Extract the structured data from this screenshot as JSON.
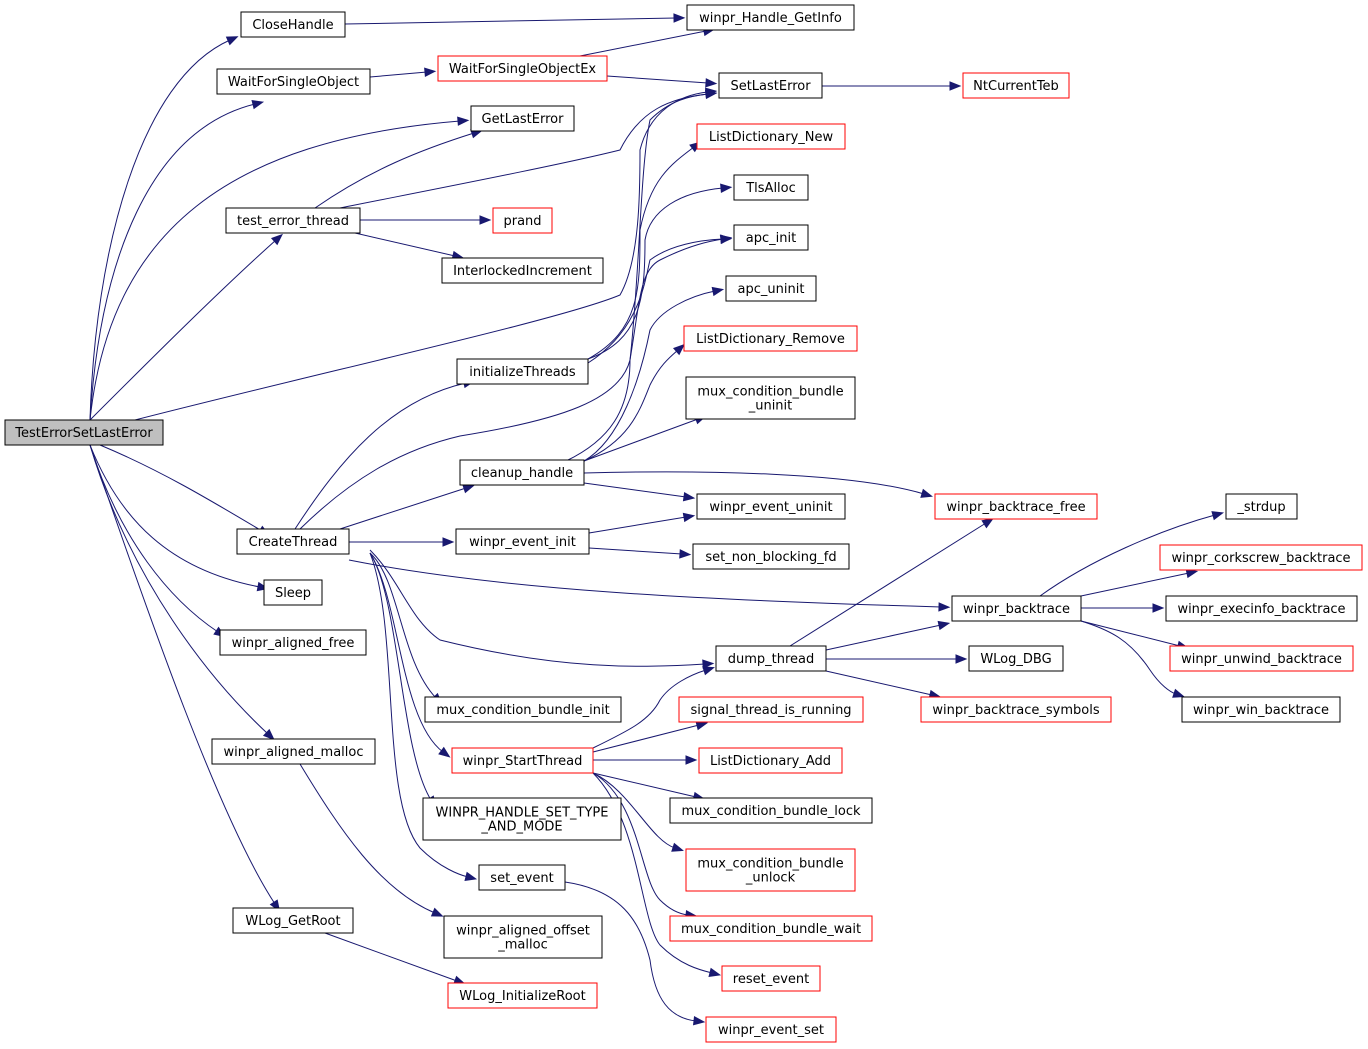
{
  "graph": {
    "colors": {
      "edge": "#191970",
      "root_fill": "#bfbfbf",
      "linked_border": "#000000",
      "external_border": "#ff0000"
    },
    "nodes": [
      {
        "id": "root",
        "lines": [
          "TestErrorSetLastError"
        ],
        "style": "root"
      },
      {
        "id": "CloseHandle",
        "lines": [
          "CloseHandle"
        ],
        "style": "normal"
      },
      {
        "id": "winpr_Handle_GetInfo",
        "lines": [
          "winpr_Handle_GetInfo"
        ],
        "style": "normal"
      },
      {
        "id": "WaitForSingleObject",
        "lines": [
          "WaitForSingleObject"
        ],
        "style": "normal"
      },
      {
        "id": "WaitForSingleObjectEx",
        "lines": [
          "WaitForSingleObjectEx"
        ],
        "style": "red"
      },
      {
        "id": "SetLastError",
        "lines": [
          "SetLastError"
        ],
        "style": "normal"
      },
      {
        "id": "NtCurrentTeb",
        "lines": [
          "NtCurrentTeb"
        ],
        "style": "red"
      },
      {
        "id": "GetLastError",
        "lines": [
          "GetLastError"
        ],
        "style": "normal"
      },
      {
        "id": "ListDictionary_New",
        "lines": [
          "ListDictionary_New"
        ],
        "style": "red"
      },
      {
        "id": "TlsAlloc",
        "lines": [
          "TlsAlloc"
        ],
        "style": "normal"
      },
      {
        "id": "test_error_thread",
        "lines": [
          "test_error_thread"
        ],
        "style": "normal"
      },
      {
        "id": "prand",
        "lines": [
          "prand"
        ],
        "style": "red"
      },
      {
        "id": "apc_init",
        "lines": [
          "apc_init"
        ],
        "style": "normal"
      },
      {
        "id": "InterlockedIncrement",
        "lines": [
          "InterlockedIncrement"
        ],
        "style": "normal"
      },
      {
        "id": "apc_uninit",
        "lines": [
          "apc_uninit"
        ],
        "style": "normal"
      },
      {
        "id": "ListDictionary_Remove",
        "lines": [
          "ListDictionary_Remove"
        ],
        "style": "red"
      },
      {
        "id": "initializeThreads",
        "lines": [
          "initializeThreads"
        ],
        "style": "normal"
      },
      {
        "id": "mux_condition_bundle_uninit",
        "lines": [
          "mux_condition_bundle",
          "_uninit"
        ],
        "style": "normal"
      },
      {
        "id": "cleanup_handle",
        "lines": [
          "cleanup_handle"
        ],
        "style": "normal"
      },
      {
        "id": "winpr_event_uninit",
        "lines": [
          "winpr_event_uninit"
        ],
        "style": "normal"
      },
      {
        "id": "winpr_backtrace_free",
        "lines": [
          "winpr_backtrace_free"
        ],
        "style": "red"
      },
      {
        "id": "_strdup",
        "lines": [
          "_strdup"
        ],
        "style": "normal"
      },
      {
        "id": "CreateThread",
        "lines": [
          "CreateThread"
        ],
        "style": "normal"
      },
      {
        "id": "winpr_event_init",
        "lines": [
          "winpr_event_init"
        ],
        "style": "normal"
      },
      {
        "id": "set_non_blocking_fd",
        "lines": [
          "set_non_blocking_fd"
        ],
        "style": "normal"
      },
      {
        "id": "winpr_corkscrew_backtrace",
        "lines": [
          "winpr_corkscrew_backtrace"
        ],
        "style": "red"
      },
      {
        "id": "Sleep",
        "lines": [
          "Sleep"
        ],
        "style": "normal"
      },
      {
        "id": "winpr_backtrace",
        "lines": [
          "winpr_backtrace"
        ],
        "style": "normal"
      },
      {
        "id": "winpr_execinfo_backtrace",
        "lines": [
          "winpr_execinfo_backtrace"
        ],
        "style": "normal"
      },
      {
        "id": "winpr_aligned_free",
        "lines": [
          "winpr_aligned_free"
        ],
        "style": "normal"
      },
      {
        "id": "dump_thread",
        "lines": [
          "dump_thread"
        ],
        "style": "normal"
      },
      {
        "id": "WLog_DBG",
        "lines": [
          "WLog_DBG"
        ],
        "style": "normal"
      },
      {
        "id": "winpr_unwind_backtrace",
        "lines": [
          "winpr_unwind_backtrace"
        ],
        "style": "red"
      },
      {
        "id": "mux_condition_bundle_init",
        "lines": [
          "mux_condition_bundle_init"
        ],
        "style": "normal"
      },
      {
        "id": "signal_thread_is_running",
        "lines": [
          "signal_thread_is_running"
        ],
        "style": "red"
      },
      {
        "id": "winpr_backtrace_symbols",
        "lines": [
          "winpr_backtrace_symbols"
        ],
        "style": "red"
      },
      {
        "id": "winpr_win_backtrace",
        "lines": [
          "winpr_win_backtrace"
        ],
        "style": "normal"
      },
      {
        "id": "winpr_aligned_malloc",
        "lines": [
          "winpr_aligned_malloc"
        ],
        "style": "normal"
      },
      {
        "id": "winpr_StartThread",
        "lines": [
          "winpr_StartThread"
        ],
        "style": "red"
      },
      {
        "id": "ListDictionary_Add",
        "lines": [
          "ListDictionary_Add"
        ],
        "style": "red"
      },
      {
        "id": "WINPR_HANDLE_SET_TYPE_AND_MODE",
        "lines": [
          "WINPR_HANDLE_SET_TYPE",
          "_AND_MODE"
        ],
        "style": "normal"
      },
      {
        "id": "mux_condition_bundle_lock",
        "lines": [
          "mux_condition_bundle_lock"
        ],
        "style": "normal"
      },
      {
        "id": "mux_condition_bundle_unlock",
        "lines": [
          "mux_condition_bundle",
          "_unlock"
        ],
        "style": "red"
      },
      {
        "id": "set_event",
        "lines": [
          "set_event"
        ],
        "style": "normal"
      },
      {
        "id": "WLog_GetRoot",
        "lines": [
          "WLog_GetRoot"
        ],
        "style": "normal"
      },
      {
        "id": "winpr_aligned_offset_malloc",
        "lines": [
          "winpr_aligned_offset",
          "_malloc"
        ],
        "style": "normal"
      },
      {
        "id": "mux_condition_bundle_wait",
        "lines": [
          "mux_condition_bundle_wait"
        ],
        "style": "red"
      },
      {
        "id": "reset_event",
        "lines": [
          "reset_event"
        ],
        "style": "red"
      },
      {
        "id": "WLog_InitializeRoot",
        "lines": [
          "WLog_InitializeRoot"
        ],
        "style": "red"
      },
      {
        "id": "winpr_event_set",
        "lines": [
          "winpr_event_set"
        ],
        "style": "red"
      }
    ],
    "edges": [
      [
        "root",
        "CloseHandle"
      ],
      [
        "root",
        "WaitForSingleObject"
      ],
      [
        "root",
        "GetLastError"
      ],
      [
        "root",
        "test_error_thread"
      ],
      [
        "root",
        "SetLastError"
      ],
      [
        "root",
        "CreateThread"
      ],
      [
        "root",
        "Sleep"
      ],
      [
        "root",
        "winpr_aligned_free"
      ],
      [
        "root",
        "winpr_aligned_malloc"
      ],
      [
        "root",
        "WLog_GetRoot"
      ],
      [
        "CloseHandle",
        "winpr_Handle_GetInfo"
      ],
      [
        "WaitForSingleObject",
        "WaitForSingleObjectEx"
      ],
      [
        "WaitForSingleObjectEx",
        "winpr_Handle_GetInfo"
      ],
      [
        "WaitForSingleObjectEx",
        "SetLastError"
      ],
      [
        "SetLastError",
        "NtCurrentTeb"
      ],
      [
        "test_error_thread",
        "GetLastError"
      ],
      [
        "test_error_thread",
        "SetLastError"
      ],
      [
        "test_error_thread",
        "prand"
      ],
      [
        "test_error_thread",
        "InterlockedIncrement"
      ],
      [
        "CreateThread",
        "initializeThreads"
      ],
      [
        "CreateThread",
        "cleanup_handle"
      ],
      [
        "CreateThread",
        "SetLastError"
      ],
      [
        "CreateThread",
        "winpr_event_init"
      ],
      [
        "CreateThread",
        "winpr_backtrace"
      ],
      [
        "CreateThread",
        "dump_thread"
      ],
      [
        "CreateThread",
        "mux_condition_bundle_init"
      ],
      [
        "CreateThread",
        "winpr_StartThread"
      ],
      [
        "CreateThread",
        "WINPR_HANDLE_SET_TYPE_AND_MODE"
      ],
      [
        "CreateThread",
        "set_event"
      ],
      [
        "initializeThreads",
        "ListDictionary_New"
      ],
      [
        "initializeThreads",
        "TlsAlloc"
      ],
      [
        "initializeThreads",
        "apc_init"
      ],
      [
        "cleanup_handle",
        "apc_init"
      ],
      [
        "cleanup_handle",
        "apc_uninit"
      ],
      [
        "cleanup_handle",
        "ListDictionary_Remove"
      ],
      [
        "cleanup_handle",
        "mux_condition_bundle_uninit"
      ],
      [
        "cleanup_handle",
        "winpr_event_uninit"
      ],
      [
        "cleanup_handle",
        "winpr_backtrace_free"
      ],
      [
        "winpr_event_init",
        "winpr_event_uninit"
      ],
      [
        "winpr_event_init",
        "set_non_blocking_fd"
      ],
      [
        "dump_thread",
        "winpr_backtrace_free"
      ],
      [
        "dump_thread",
        "winpr_backtrace"
      ],
      [
        "dump_thread",
        "WLog_DBG"
      ],
      [
        "dump_thread",
        "winpr_backtrace_symbols"
      ],
      [
        "winpr_backtrace",
        "_strdup"
      ],
      [
        "winpr_backtrace",
        "winpr_corkscrew_backtrace"
      ],
      [
        "winpr_backtrace",
        "winpr_execinfo_backtrace"
      ],
      [
        "winpr_backtrace",
        "winpr_unwind_backtrace"
      ],
      [
        "winpr_backtrace",
        "winpr_win_backtrace"
      ],
      [
        "winpr_StartThread",
        "dump_thread"
      ],
      [
        "winpr_StartThread",
        "signal_thread_is_running"
      ],
      [
        "winpr_StartThread",
        "ListDictionary_Add"
      ],
      [
        "winpr_StartThread",
        "mux_condition_bundle_lock"
      ],
      [
        "winpr_StartThread",
        "mux_condition_bundle_unlock"
      ],
      [
        "winpr_StartThread",
        "mux_condition_bundle_wait"
      ],
      [
        "winpr_StartThread",
        "reset_event"
      ],
      [
        "set_event",
        "winpr_event_set"
      ],
      [
        "winpr_aligned_malloc",
        "winpr_aligned_offset_malloc"
      ],
      [
        "WLog_GetRoot",
        "WLog_InitializeRoot"
      ]
    ]
  }
}
